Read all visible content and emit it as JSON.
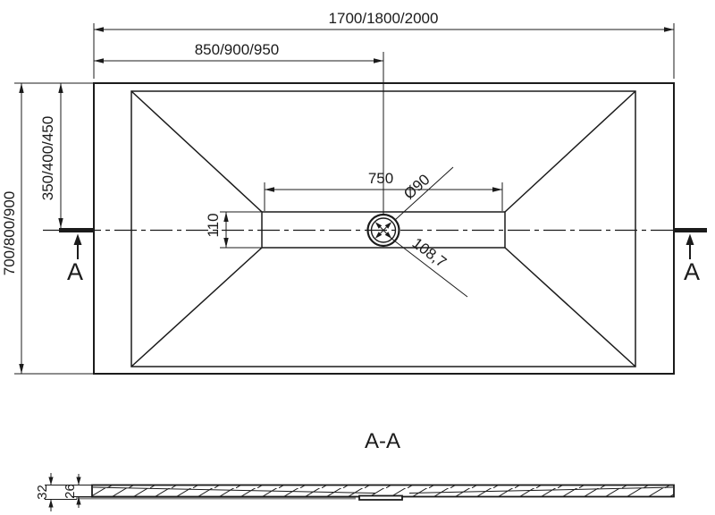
{
  "plan": {
    "dims": {
      "overall_width": "1700/1800/2000",
      "half_width": "850/900/950",
      "overall_depth": "700/800/900",
      "half_depth": "350/400/450",
      "channel_length": "750",
      "channel_width": "110",
      "drain_diameter": "Ø90",
      "drain_diagonal": "108,7"
    },
    "section_marker_left": "A",
    "section_marker_right": "A"
  },
  "section": {
    "label": "A-A",
    "dims": {
      "total_thickness": "32",
      "tray_thickness": "26"
    }
  },
  "colors": {
    "line": "#1b1b1b",
    "underlay": "#8f8f8f",
    "background": "#ffffff"
  }
}
